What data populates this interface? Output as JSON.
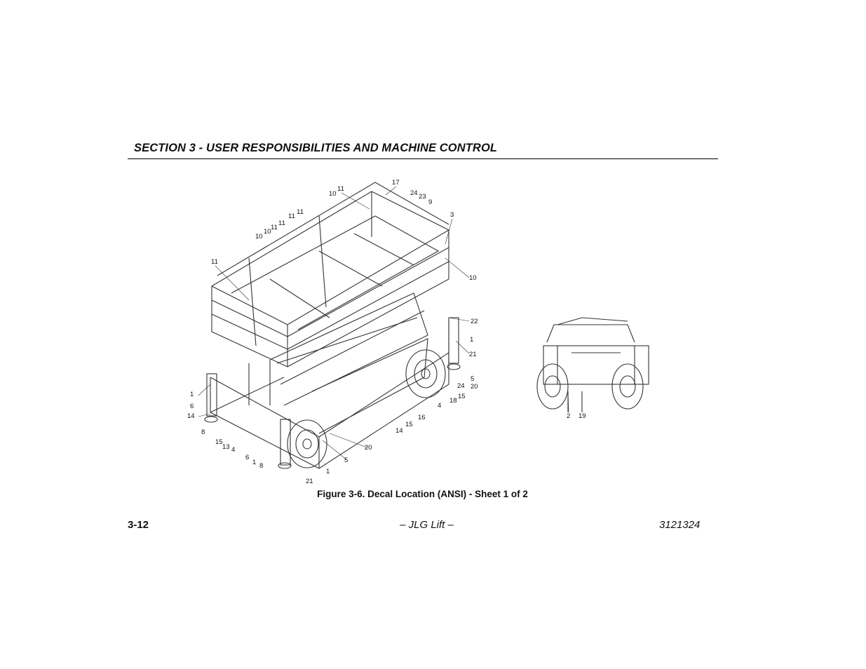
{
  "header": {
    "section_title": "SECTION 3 - USER RESPONSIBILITIES AND MACHINE CONTROL"
  },
  "figure": {
    "caption": "Figure 3-6. Decal Location (ANSI) - Sheet 1 of 2",
    "callouts": [
      "17",
      "11",
      "10",
      "24",
      "23",
      "9",
      "3",
      "11",
      "11",
      "11",
      "10",
      "10",
      "11",
      "11",
      "10",
      "22",
      "1",
      "21",
      "5",
      "24",
      "20",
      "15",
      "18",
      "4",
      "16",
      "15",
      "14",
      "20",
      "5",
      "1",
      "21",
      "1",
      "6",
      "14",
      "8",
      "15",
      "13",
      "4",
      "6",
      "1",
      "8",
      "2",
      "19"
    ]
  },
  "footer": {
    "page_number": "3-12",
    "center": "– JLG Lift –",
    "doc_number": "3121324"
  }
}
